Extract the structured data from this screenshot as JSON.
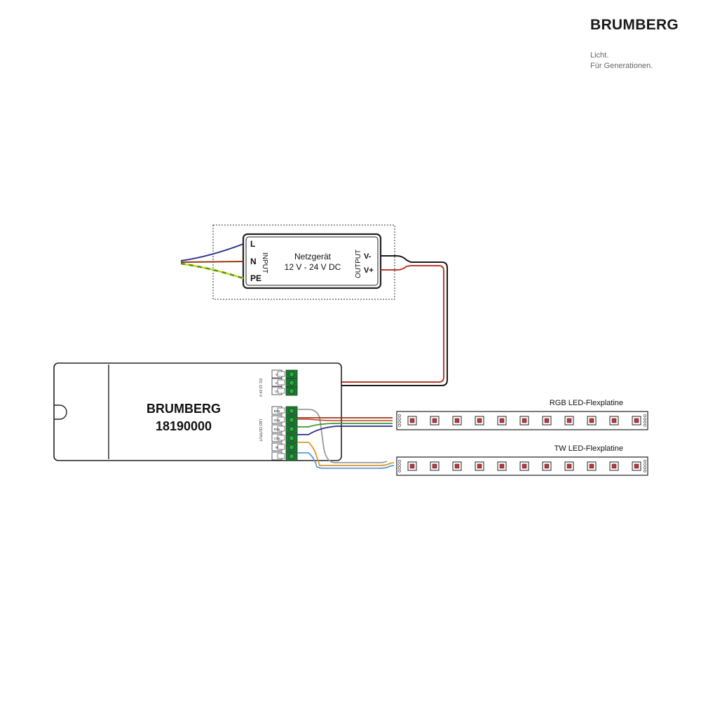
{
  "brand": {
    "logo_text": "BRUMBERG",
    "tagline_line1": "Licht.",
    "tagline_line2": "Für Generationen."
  },
  "power_supply": {
    "title": "Netzgerät",
    "voltage": "12 V - 24 V DC",
    "input_label": "INPUT",
    "output_label": "OUTPUT",
    "terminal_l": "L",
    "terminal_n": "N",
    "terminal_pe": "PE",
    "terminal_vminus": "V-",
    "terminal_vplus": "V+"
  },
  "controller": {
    "brand": "BRUMBERG",
    "model": "18190000",
    "power_group_label": "DC 12-24 V",
    "output_group_label": "LED OUTPUT",
    "terminal_labels": [
      "V-",
      "V+",
      "V+",
      "B/W",
      "G/W",
      "R/W",
      "C/W",
      "W"
    ]
  },
  "strips": {
    "rgb_label": "RGB LED-Flexplatine",
    "tw_label": "TW LED-Flexplatine"
  },
  "colors": {
    "wire_blue": "#2c2d8c",
    "wire_brown": "#9a3a12",
    "wire_yellow": "#d8d000",
    "wire_green": "#3a9a2a",
    "wire_black": "#1a1a1a",
    "wire_red": "#c0392b",
    "wire_gray": "#9a9a9a",
    "wire_orange": "#d9962a",
    "wire_lightblue": "#5a9ad8",
    "terminal_green": "#1e7a32",
    "outline": "#333333"
  }
}
